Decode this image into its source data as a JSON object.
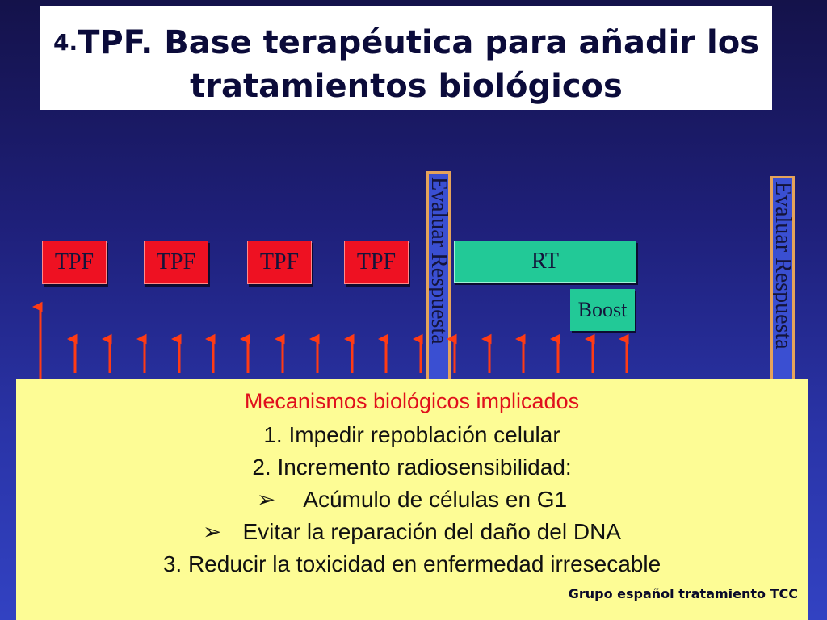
{
  "title": {
    "number": "4.",
    "line1": "TPF. Base terapéutica para añadir los",
    "line2": "tratamientos biológicos"
  },
  "schedule": {
    "tpf_label": "TPF",
    "rt_label": "RT",
    "boost_label": "Boost",
    "evaluate_label": "Evaluar Respuesta"
  },
  "mechanisms": {
    "heading": "Mecanismos biológicos implicados",
    "item1": "1.  Impedir repoblación celular",
    "item2": "2.  Incremento radiosensibilidad:",
    "sub1": "Acúmulo de células en G1",
    "sub2": "Evitar la reparación del daño del DNA",
    "item3": "3. Reducir la toxicidad en enfermedad irresecable"
  },
  "credit": "Grupo español tratamiento TCC",
  "colors": {
    "arrow": "#ff3b14",
    "tpf": "#ee1122",
    "rt": "#22c997"
  }
}
